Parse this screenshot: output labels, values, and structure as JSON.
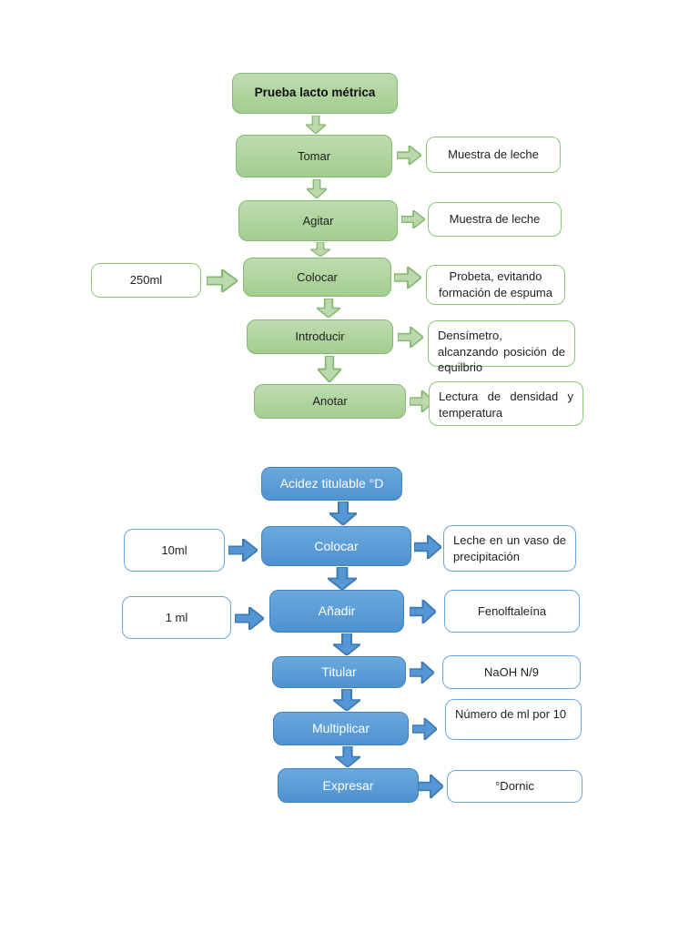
{
  "colors": {
    "green_fill": "#a9d18e",
    "green_border": "#84b971",
    "blue_fill": "#5b9bd5",
    "blue_border": "#3e7ab4",
    "box_text": "#1f1f1f",
    "blue_box_text": "#ffffff"
  },
  "lactometric": {
    "title": "Prueba lacto métrica",
    "steps": [
      {
        "label": "Tomar",
        "output": "Muestra de leche"
      },
      {
        "label": "Agitar",
        "output": "Muestra de leche"
      },
      {
        "label": "Colocar",
        "input": "250ml",
        "output": "Probeta, evitando formación de espuma"
      },
      {
        "label": "Introducir",
        "output": "Densímetro, alcanzando posición de equilbrio"
      },
      {
        "label": "Anotar",
        "output": "Lectura de densidad y temperatura"
      }
    ]
  },
  "acidez": {
    "title": "Acidez titulable °D",
    "steps": [
      {
        "label": "Colocar",
        "input": "10ml",
        "output": "Leche en un vaso de precipitación"
      },
      {
        "label": "Añadir",
        "input": "1 ml",
        "output": "Fenolftaleína"
      },
      {
        "label": "Titular",
        "output": "NaOH N/9"
      },
      {
        "label": "Multiplicar",
        "output": "Número de ml por 10"
      },
      {
        "label": "Expresar",
        "output": "°Dornic"
      }
    ]
  }
}
